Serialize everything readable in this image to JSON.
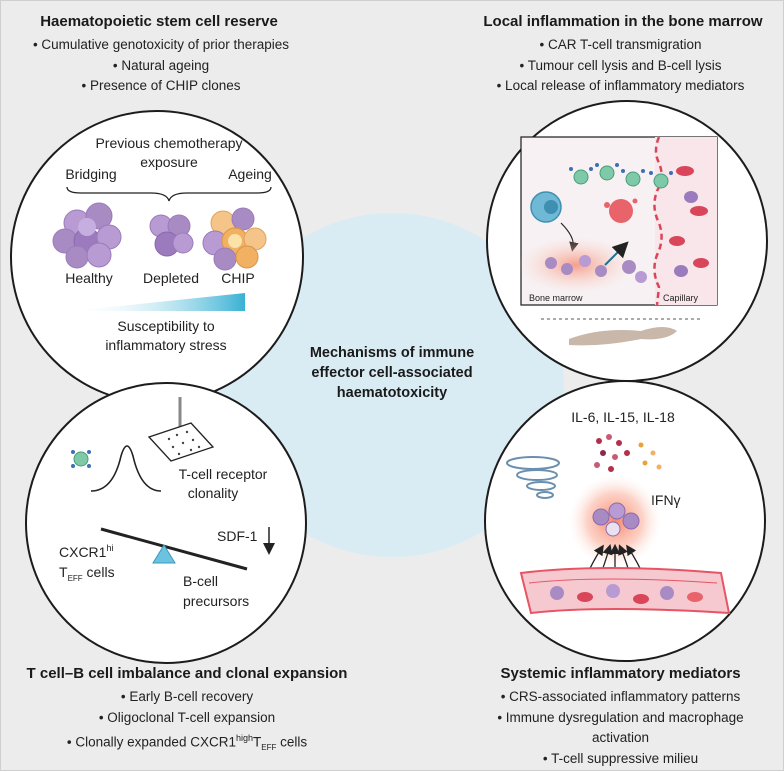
{
  "top_left": {
    "title": "Haematopoietic stem cell reserve",
    "bullets": [
      "• Cumulative genotoxicity of prior therapies",
      "• Natural ageing",
      "• Presence of CHIP clones"
    ]
  },
  "top_right": {
    "title": "Local inflammation in the bone marrow",
    "bullets": [
      "• CAR T-cell transmigration",
      "• Tumour cell lysis and B-cell lysis",
      "• Local release of inflammatory mediators"
    ]
  },
  "bottom_left": {
    "title": "T cell–B cell imbalance and clonal expansion",
    "bullets": [
      "• Early B-cell recovery",
      "• Oligoclonal T-cell expansion"
    ],
    "bullet3_prefix": "• Clonally expanded CXCR1",
    "bullet3_sup": "high",
    "bullet3_t": "T",
    "bullet3_sub": "EFF",
    "bullet3_suffix": " cells"
  },
  "bottom_right": {
    "title": "Systemic inflammatory mediators",
    "bullets": [
      "• CRS-associated inflammatory patterns",
      "• Immune dysregulation and macrophage",
      "activation",
      "• T-cell suppressive milieu"
    ]
  },
  "center": {
    "lines": [
      "Mechanisms of immune",
      "effector cell-associated",
      "haematotoxicity"
    ]
  },
  "circle_tl": {
    "prev_line1": "Previous chemotherapy",
    "prev_line2": "exposure",
    "bridging": "Bridging",
    "ageing": "Ageing",
    "healthy": "Healthy",
    "depleted": "Depleted",
    "chip": "CHIP",
    "susc_line1": "Susceptibility to",
    "susc_line2": "inflammatory stress"
  },
  "circle_tr": {
    "bone_marrow": "Bone marrow",
    "capillary": "Capillary"
  },
  "circle_bl": {
    "tcr_line1": "T-cell receptor",
    "tcr_line2": "clonality",
    "sdf": "SDF-1",
    "cxcr": "CXCR1",
    "cxcr_sup": "hi",
    "teff_t": "T",
    "teff_sub": "EFF",
    "teff_cells": " cells",
    "bcell_line1": "B-cell",
    "bcell_line2": "precursors"
  },
  "circle_br": {
    "cytokines": "IL-6, IL-15, IL-18",
    "ifn": "IFNγ"
  },
  "colors": {
    "background": "#ececec",
    "center_fill": "#d9ecf3",
    "purple_cell": "#a98bc4",
    "orange_cell": "#f2b062",
    "gradient_blue": "#38b1d4",
    "vessel_red": "#e65563"
  }
}
